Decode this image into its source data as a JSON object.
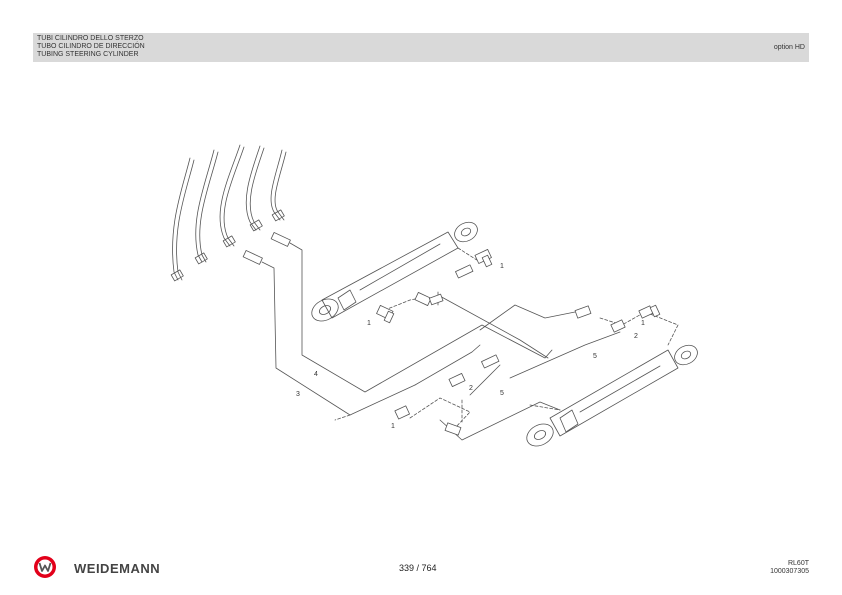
{
  "header": {
    "titles": [
      "TUBI CILINDRO DELLO STERZO",
      "TUBO CILINDRO DE DIRECCIÓN",
      "TUBING STEERING CYLINDER"
    ],
    "option": "option HD"
  },
  "drawing": {
    "callouts": [
      "1",
      "1",
      "1",
      "1",
      "2",
      "2",
      "3",
      "4",
      "5",
      "5"
    ]
  },
  "footer": {
    "brand": "WEIDEMANN",
    "page": "339 / 764",
    "model": "RL60T",
    "doc_number": "1000307305"
  }
}
